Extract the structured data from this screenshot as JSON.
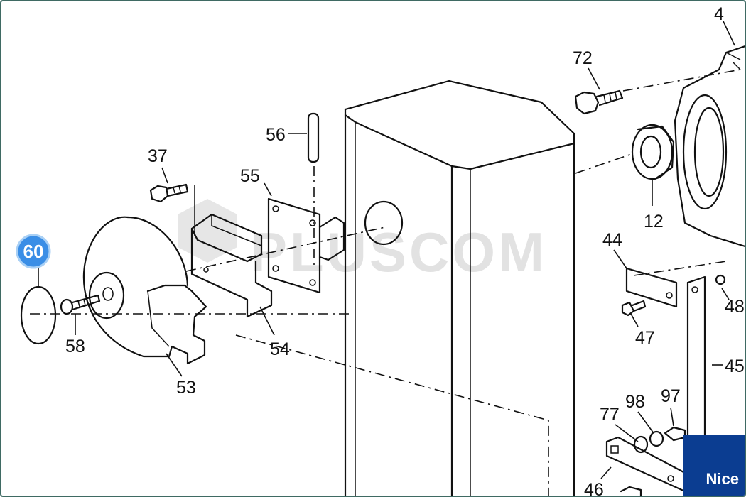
{
  "labels": {
    "p4": "4",
    "p72": "72",
    "p56": "56",
    "p37": "37",
    "p55": "55",
    "p12": "12",
    "p44": "44",
    "p48": "48",
    "p47": "47",
    "p45": "45",
    "p58": "58",
    "p54": "54",
    "p53": "53",
    "p77": "77",
    "p98": "98",
    "p97": "97",
    "p46": "46"
  },
  "badge": {
    "label": "60",
    "color": "#3a8ee6"
  },
  "watermark": {
    "text": "PLUSCOM"
  },
  "brand": {
    "label": "Nice",
    "color": "#0b3d91"
  }
}
